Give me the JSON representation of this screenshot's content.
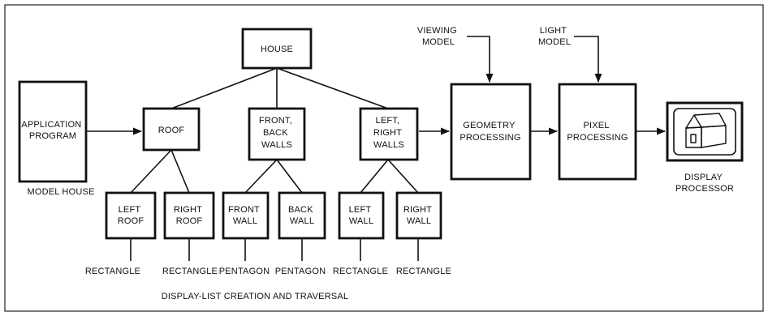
{
  "boxes": {
    "house": [
      "HOUSE"
    ],
    "application": [
      "APPLICATION",
      "PROGRAM"
    ],
    "roof": [
      "ROOF"
    ],
    "front_back_walls": [
      "FRONT,",
      "BACK",
      "WALLS"
    ],
    "left_right_walls": [
      "LEFT,",
      "RIGHT",
      "WALLS"
    ],
    "left_roof": [
      "LEFT",
      "ROOF"
    ],
    "right_roof": [
      "RIGHT",
      "ROOF"
    ],
    "front_wall": [
      "FRONT",
      "WALL"
    ],
    "back_wall": [
      "BACK",
      "WALL"
    ],
    "left_wall": [
      "LEFT",
      "WALL"
    ],
    "right_wall": [
      "RIGHT",
      "WALL"
    ],
    "geometry": [
      "GEOMETRY",
      "PROCESSING"
    ],
    "pixel": [
      "PIXEL",
      "PROCESSING"
    ]
  },
  "labels": {
    "viewing_model": [
      "VIEWING",
      "MODEL"
    ],
    "light_model": [
      "LIGHT",
      "MODEL"
    ],
    "model_house": "MODEL HOUSE",
    "display_processor": [
      "DISPLAY",
      "PROCESSOR"
    ],
    "leaf_left_roof": "RECTANGLE",
    "leaf_right_roof": "RECTANGLE",
    "leaf_front_wall": "PENTAGON",
    "leaf_back_wall": "PENTAGON",
    "leaf_left_wall": "RECTANGLE",
    "leaf_right_wall": "RECTANGLE",
    "caption": "DISPLAY-LIST CREATION AND TRAVERSAL"
  },
  "icons": {
    "display": "house-on-screen-icon"
  }
}
